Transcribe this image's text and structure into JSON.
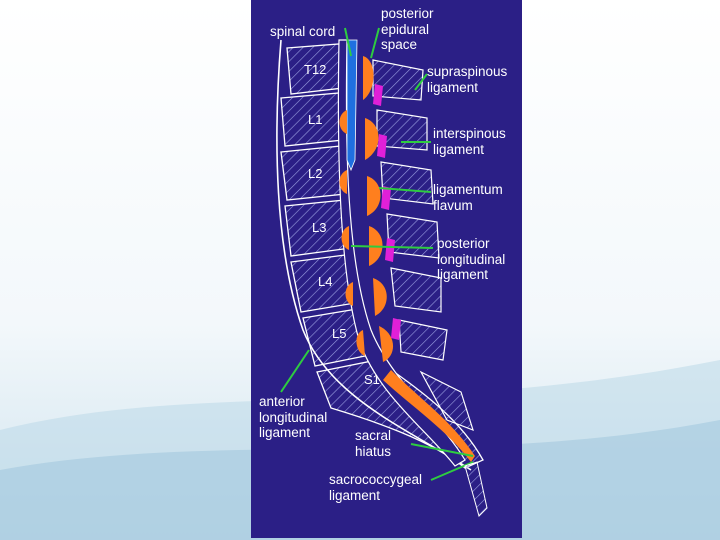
{
  "colors": {
    "figure_bg": "#2b1f86",
    "outline": "#ffffff",
    "leader": "#2ecc40",
    "ligamentum_flavum": "#ff7f1e",
    "interspinous": "#e020d8",
    "spinal_cord": "#1f6fe0"
  },
  "labels": {
    "spinal_cord": "spinal cord",
    "posterior_epidural_space": "posterior\nepidural\nspace",
    "supraspinous_ligament": "supraspinous\nligament",
    "interspinous_ligament": "interspinous\nligament",
    "ligamentum_flavum": "ligamentum\nflavum",
    "posterior_longitudinal_ligament": "posterior\nlongitudinal\nligament",
    "anterior_longitudinal_ligament": "anterior\nlongitudinal\nligament",
    "sacral_hiatus": "sacral\nhiatus",
    "sacrococcygeal_ligament": "sacrococcygeal\nligament"
  },
  "vertebrae": {
    "t12": "T12",
    "l1": "L1",
    "l2": "L2",
    "l3": "L3",
    "l4": "L4",
    "l5": "L5",
    "s1": "S1"
  }
}
